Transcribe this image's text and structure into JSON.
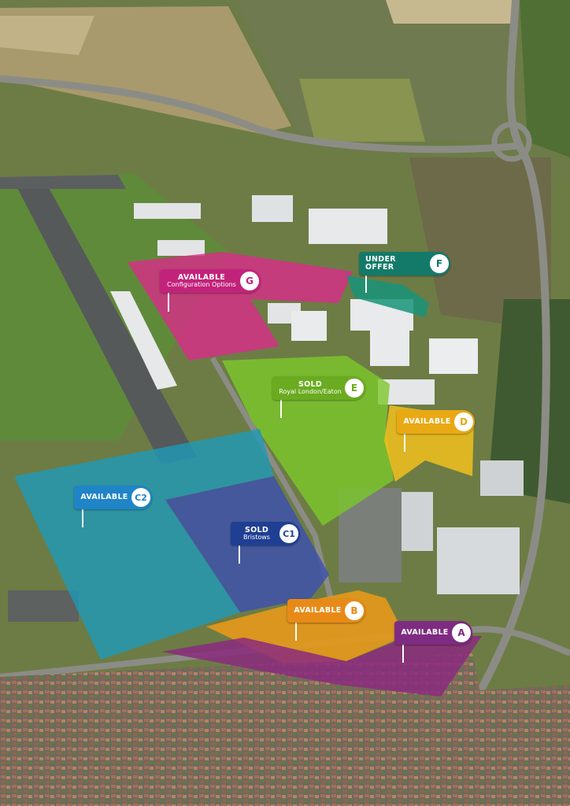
{
  "plots": [
    {
      "id": "G",
      "status": "AVAILABLE",
      "sub": "Configuration Options",
      "color": "#c2237a",
      "fill": "#d92c8a"
    },
    {
      "id": "F",
      "status": "UNDER OFFER",
      "sub": "",
      "color": "#137a6a",
      "fill": "#179479"
    },
    {
      "id": "E",
      "status": "SOLD",
      "sub": "Royal London/Eaton",
      "color": "#6aab21",
      "fill": "#7cc82a"
    },
    {
      "id": "D",
      "status": "AVAILABLE",
      "sub": "",
      "color": "#e8a914",
      "fill": "#f2c01c"
    },
    {
      "id": "C2",
      "status": "AVAILABLE",
      "sub": "",
      "color": "#1f84c8",
      "fill": "#1e9ab8"
    },
    {
      "id": "C1",
      "status": "SOLD",
      "sub": "Bristows",
      "color": "#1f3f93",
      "fill": "#3a4fb0"
    },
    {
      "id": "B",
      "status": "AVAILABLE",
      "sub": "",
      "color": "#e88a18",
      "fill": "#e5991a"
    },
    {
      "id": "A",
      "status": "AVAILABLE",
      "sub": "",
      "color": "#7e2b82",
      "fill": "#8b2a7e"
    }
  ]
}
